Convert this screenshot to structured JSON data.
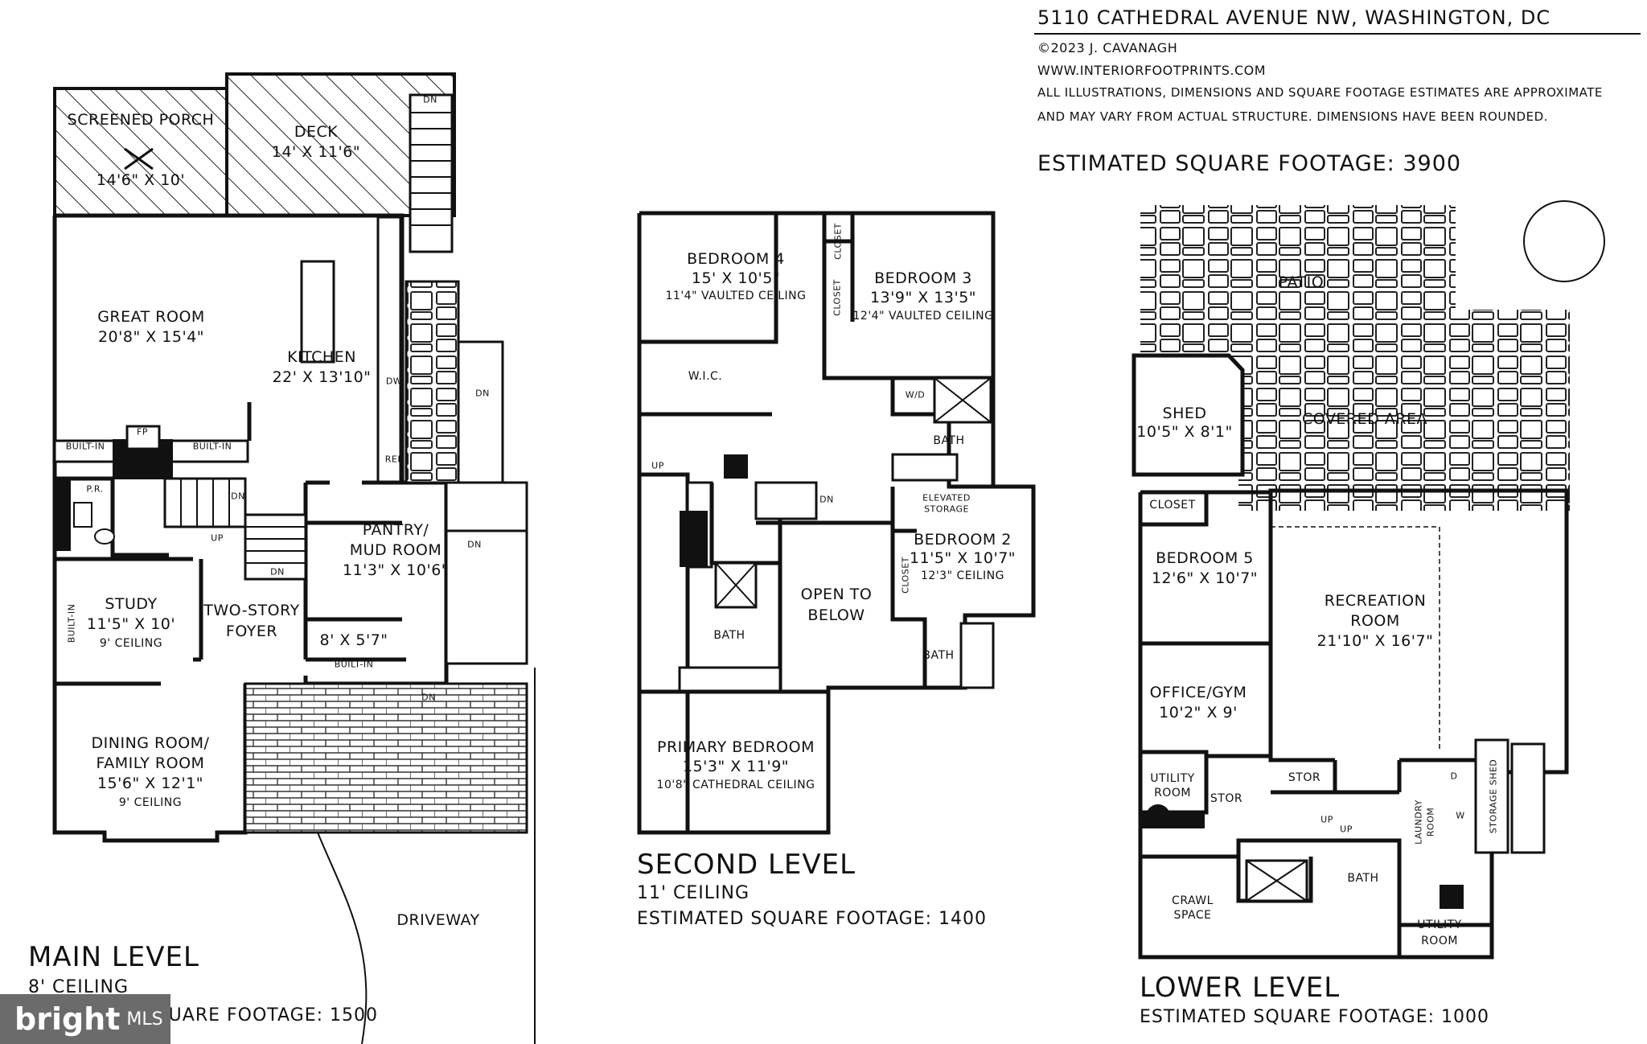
{
  "header": {
    "address": "5110 CATHEDRAL AVENUE NW, WASHINGTON, DC",
    "copyright": "©2023 J. CAVANAGH",
    "website": "WWW.INTERIORFOOTPRINTS.COM",
    "disclaimer_1": "ALL ILLUSTRATIONS, DIMENSIONS AND SQUARE FOOTAGE ESTIMATES ARE APPROXIMATE",
    "disclaimer_2": "AND MAY VARY FROM ACTUAL STRUCTURE. DIMENSIONS HAVE BEEN ROUNDED.",
    "total": "ESTIMATED SQUARE FOOTAGE: 3900"
  },
  "main_level": {
    "title": "MAIN LEVEL",
    "ceiling": "8' CEILING",
    "footage": "ESTIMATED SQUARE FOOTAGE: 1500",
    "rooms": {
      "screened_porch": {
        "name": "SCREENED PORCH",
        "dim": "14'6\" X 10'"
      },
      "deck": {
        "name": "DECK",
        "dim": "14' X 11'6\""
      },
      "great_room": {
        "name": "GREAT ROOM",
        "dim": "20'8\" X 15'4\""
      },
      "kitchen": {
        "name": "KITCHEN",
        "dim": "22' X 13'10\""
      },
      "pantry": {
        "name": "PANTRY/",
        "name2": "MUD ROOM",
        "dim": "11'3\" X 10'6\""
      },
      "study": {
        "name": "STUDY",
        "dim": "11'5\" X 10'",
        "note": "9' CEILING"
      },
      "foyer": {
        "name": "TWO-STORY",
        "name2": "FOYER"
      },
      "closet": {
        "dim": "8' X 5'7\""
      },
      "dining": {
        "name": "DINING ROOM/",
        "name2": "FAMILY ROOM",
        "dim": "15'6\" X 12'1\"",
        "note": "9' CEILING"
      },
      "pr": {
        "name": "P.R."
      }
    },
    "labels": {
      "built_in": "BUILT-IN",
      "fp": "FP",
      "dn": "DN",
      "up": "UP",
      "dw": "DW",
      "ref": "REF",
      "driveway": "DRIVEWAY"
    }
  },
  "second_level": {
    "title": "SECOND LEVEL",
    "ceiling": "11' CEILING",
    "footage": "ESTIMATED SQUARE FOOTAGE: 1400",
    "rooms": {
      "bedroom4": {
        "name": "BEDROOM 4",
        "dim": "15' X 10'5\"",
        "note": "11'4\" VAULTED CEILING"
      },
      "bedroom3": {
        "name": "BEDROOM 3",
        "dim": "13'9\" X 13'5\"",
        "note": "12'4\" VAULTED CEILING"
      },
      "wic": {
        "name": "W.I.C."
      },
      "bath1": {
        "name": "BATH"
      },
      "bath2": {
        "name": "BATH"
      },
      "bath3": {
        "name": "BATH"
      },
      "wd": {
        "name": "W/D"
      },
      "elevated": {
        "name": "ELEVATED",
        "name2": "STORAGE"
      },
      "bedroom2": {
        "name": "BEDROOM 2",
        "dim": "11'5\" X 10'7\"",
        "note": "12'3\" CEILING"
      },
      "open": {
        "name": "OPEN TO",
        "name2": "BELOW"
      },
      "primary": {
        "name": "PRIMARY BEDROOM",
        "dim": "15'3\" X 11'9\"",
        "note": "10'8\" CATHEDRAL CEILING"
      },
      "closet": {
        "name": "CLOSET"
      }
    }
  },
  "lower_level": {
    "title": "LOWER LEVEL",
    "footage": "ESTIMATED SQUARE FOOTAGE: 1000",
    "rooms": {
      "patio": {
        "name": "PATIO"
      },
      "covered": {
        "name": "COVERED AREA"
      },
      "shed": {
        "name": "SHED",
        "dim": "10'5\" X 8'1\""
      },
      "closet": {
        "name": "CLOSET"
      },
      "bedroom5": {
        "name": "BEDROOM 5",
        "dim": "12'6\" X 10'7\""
      },
      "recreation": {
        "name": "RECREATION",
        "name2": "ROOM",
        "dim": "21'10\" X 16'7\""
      },
      "office": {
        "name": "OFFICE/GYM",
        "dim": "10'2\" X 9'"
      },
      "utility1": {
        "name": "UTILITY",
        "name2": "ROOM"
      },
      "stor1": {
        "name": "STOR"
      },
      "stor2": {
        "name": "STOR"
      },
      "laundry": {
        "name": "LAUNDRY",
        "name2": "ROOM"
      },
      "storage_shed": {
        "name": "STORAGE SHED"
      },
      "bath": {
        "name": "BATH"
      },
      "crawl": {
        "name": "CRAWL",
        "name2": "SPACE"
      },
      "utility2": {
        "name": "UTILITY",
        "name2": "ROOM"
      },
      "washer": {
        "name": "W"
      },
      "dryer": {
        "name": "D"
      }
    }
  },
  "logo": {
    "brand": "bright",
    "suffix": "MLS"
  }
}
